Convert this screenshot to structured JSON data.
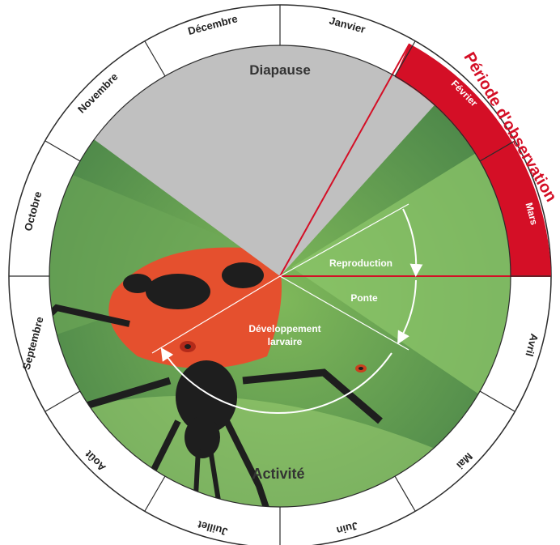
{
  "diagram": {
    "months": [
      {
        "id": "janvier",
        "label": "Janvier"
      },
      {
        "id": "fevrier",
        "label": "Février"
      },
      {
        "id": "mars",
        "label": "Mars"
      },
      {
        "id": "avril",
        "label": "Avril"
      },
      {
        "id": "mai",
        "label": "Mai"
      },
      {
        "id": "juin",
        "label": "Juin"
      },
      {
        "id": "juillet",
        "label": "Juillet"
      },
      {
        "id": "aout",
        "label": "Août"
      },
      {
        "id": "septembre",
        "label": "Septembre"
      },
      {
        "id": "octobre",
        "label": "Octobre"
      },
      {
        "id": "novembre",
        "label": "Novembre"
      },
      {
        "id": "decembre",
        "label": "Décembre"
      }
    ],
    "observation_title": "Période d'observation",
    "diapause_label": "Diapause",
    "activite_label": "Activité",
    "stages": {
      "reproduction": "Reproduction",
      "ponte": "Ponte",
      "developpement_line1": "Développement",
      "developpement_line2": "larvaire"
    },
    "colors": {
      "observation_red": "#d40f26",
      "diapause_grey": "#c0c0c0",
      "leaf_green": "#5a9a4a",
      "bug_red": "#e5502e",
      "bug_black": "#1e1e1e"
    }
  }
}
